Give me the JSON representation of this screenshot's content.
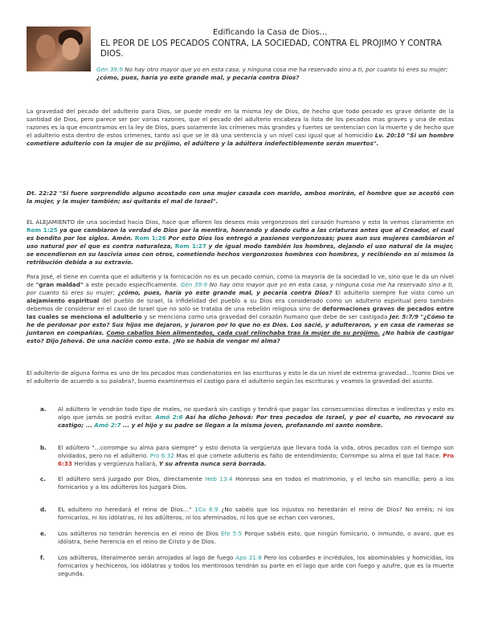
{
  "header": {
    "small_title": "Edificando la Casa de Dios…",
    "main_title": "EL PEOR DE LOS PECADOS CONTRA, LA SOCIEDAD, CONTRA EL PROJIMO Y CONTRA DIOS."
  },
  "intro_quote": {
    "ref": "Gén 39:9",
    "text": "No hay otro mayor que yo en esta casa, y ninguna cosa me ha reservado sino a ti, por cuanto tú eres su mujer;",
    "bold": "¿cómo, pues, haría yo este grande mal, y pecaría contra Dios?"
  },
  "para1": {
    "text": "La gravedad del pecado del adulterio para Dios, se puede medir en la misma ley de Dios, de hecho que todo pecado es grave delante de la santidad de Dios, pero parece ser por varias razones, que el pecado del adulterio encabeza la lista de los pecados mas graves y una de estas razones es la que encontramos en la ley de Dios, pues solamente los crímenes más grandes y fuertes se sentencian con la muerte y de hecho que el adulterio esta dentro de estos crímenes, tanto así que se le dá una sentencia y un nivel casi igual que al homicidio",
    "ref": "Lv. 20:10",
    "quote": "\"Si un hombre cometiere adulterio con la mujer de su prójimo, el adúltero y la adúltera indefectiblemente serán muertos\"."
  },
  "para2": {
    "ref": "Dt. 22:22",
    "quote": "\"Si fuere sorprendido alguno acostado con una mujer casada con marido, ambos morirán, el hombre que se acostó con la mujer, y la mujer también; así quitarás el mal de Israel\"."
  },
  "para3": {
    "t1": "EL ALEJAMIENTO de una sociedad hacia Dios, hace que afloren los deseos más vergonzosos del corazón humano y esto lo vemos claramente en",
    "r1": "Rom 1:25",
    "q1": "ya que cambiaron la verdad de Dios por la mentira, honrando y dando culto a las criaturas antes que al Creador, el cual es bendito por los siglos. Amén.",
    "r2": "Rom 1:26",
    "q2": "Por esto Dios los entregó a pasiones vergonzosas; pues aun sus mujeres cambiaron el uso natural por el que es contra naturaleza,",
    "r3": "Rom 1:27",
    "q3": "y de igual modo también los hombres, dejando el uso natural de la mujer, se encendieron en su lascivia unos con otros, cometiendo hechos vergonzosos hombres con hombres, y recibiendo en sí mismos la retribución debida a su extravío."
  },
  "para4": {
    "t1": "Para José, el tiene en cuenta que el adulterio y la fornicación no es un pecado común, como la mayoría de la sociedad lo ve, sino que le da un nivel de",
    "b1": "\"gran maldad\"",
    "t2": "a este pecado específicamente.",
    "r1": "Gén 39:9",
    "q1": "No hay otro mayor que yo en esta casa, y ninguna cosa me ha reservado sino a ti, por cuanto tú eres su mujer;",
    "q2": "¿cómo, pues, haría yo este grande mal, y pecaría contra Dios?",
    "t3": "El adulterio siempre fue visto como un",
    "b2": "alejamiento espiritual",
    "t4": "del pueblo de Israel, la infidelidad del pueblo a su Dios era considerado como un adulterio espiritual pero también debemos de considerar en el caso de Israel que no solo se trataba de una rebelión religiosa sino de",
    "b3": "deformaciones graves de pecados entre las cuales se menciona el adulterio",
    "t5": "y se menciona como una gravedad del corazón humano que debe de ser castigada",
    "r2": "Jer. 5:7/9",
    "q3": "\"¿Cómo te he de perdonar por esto? Sus hijos me dejaron, y juraron por lo que no es Dios. Los sacié, y adulteraron, y en casa de rameras se juntaron en compañías.",
    "q4": "Como caballos bien alimentados, cada cual relinchaba tras la mujer de su prójimo.",
    "q5": "¿No había de castigar esto? Dijo Jehová. De una nación como esta. ¿No se había de vengar mi alma?"
  },
  "para5": {
    "text": "El adulterio de alguna forma es uno de los pecados mas condenatorios en las escrituras y esto le da un nivel de extrema gravedad…?como Dios ve el adulterio de acuerdo a su palabra?, bueno examinemos el castigo para el adulterio según las escrituras y veamos la gravedad del asunto."
  },
  "items": [
    {
      "label": "a.",
      "t1": "Al adúltero le vendrán todo tipo de males, no quedará sin castigo y tendrá que pagar las consecuencias directas e indirectas y esto es algo que jamás se podrá evitar.",
      "r1": "Amó 2:6",
      "q1": "Así ha dicho Jehová: Por tres pecados de Israel, y por el cuarto, no revocaré su castigo; ...",
      "r2": "Amó 2:7",
      "q2": "... y el hijo y su padre se llegan a la misma joven, profanando mi santo nombre."
    },
    {
      "label": "b.",
      "t1": "El adúltero \"…corrompe su alma para siempre\" y esto denota la vergüenza que llevara toda la vida, otros pecados con el tiempo son olvidados, pero no el adulterio.",
      "r1": "Pro 6:32",
      "t2": "Mas el que comete adulterio es falto de entendimiento; Corrompe su alma el que tal hace.",
      "r2": "Pro 6:33",
      "t3": "Heridas y vergüenza hallará,",
      "b1": "Y su afrenta nunca será borrada."
    },
    {
      "label": "c.",
      "t1": "El adúltero será juzgado por Dios, directamente",
      "r1": "Heb 13:4",
      "t2": "Honroso sea en todos el matrimonio, y el lecho sin mancilla; pero a los fornicarios y a los adúlteros los juzgará Dios."
    },
    {
      "label": "d.",
      "t1": "EL adultero no heredará el reino de Dios…\"",
      "r1": "1Co 6:9",
      "t2": "¿No sabéis que los injustos no heredarán el reino de Dios? No erréis; ni los fornicarios, ni los idólatras, ni los adúlteros, ni los afeminados, ni los que se echan con varones,"
    },
    {
      "label": "e.",
      "t1": "Los adúlteros no tendrán herencia en el reino de Dios",
      "r1": "Efe 5:5",
      "t2": "Porque sabéis esto, que ningún fornicario, o inmundo, o avaro, que es idólatra, tiene herencia en el reino de Cristo y de Dios."
    },
    {
      "label": "f.",
      "t1": "Los adúlteros, literalmente serán arrojados al lago de fuego",
      "r1": "Apo 21:8",
      "t2": "Pero los cobardes e incrédulos, los abominables y homicidas, los fornicarios y hechiceros, los idólatras y todos los mentirosos tendrán su parte en el lago que arde con fuego y azufre, que es la muerte segunda."
    }
  ]
}
